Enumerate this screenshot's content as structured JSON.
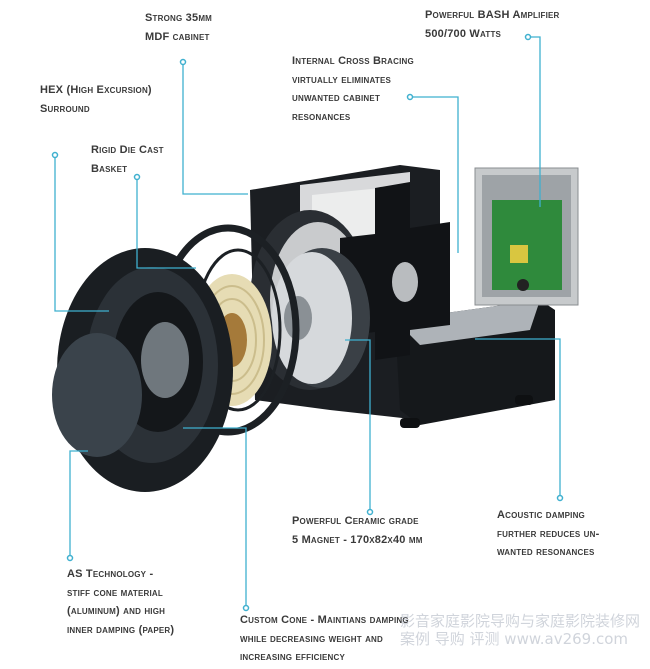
{
  "callouts": {
    "cabinet": [
      "Strong 35mm",
      "MDF cabinet"
    ],
    "amplifier": [
      "Powerful BASH Amplifier",
      "500/700 Watts"
    ],
    "bracing": [
      "Internal Cross Bracing",
      "virtually eliminates",
      "unwanted cabinet",
      "resonances"
    ],
    "surround": [
      "HEX (High Excursion)",
      "Surround"
    ],
    "basket": [
      "Rigid Die Cast",
      "Basket"
    ],
    "magnet": [
      "Powerful Ceramic grade",
      "5 Magnet - 170x82x40 mm"
    ],
    "damping": [
      "Acoustic damping",
      "further reduces un-",
      "wanted resonances"
    ],
    "as_tech": [
      "AS Technology -",
      "stiff cone material",
      "(aluminum) and high",
      "inner damping (paper)"
    ],
    "cone": [
      "Custom Cone - Maintians damping",
      "while decreasing weight and",
      "increasing efficiency"
    ]
  },
  "watermark": [
    "影音家庭影院导购与家庭影院装修网",
    "案例  导购  评测   www.av269.com"
  ],
  "colors": {
    "leader": "#3fb0cf",
    "text": "#3a3a3a"
  }
}
